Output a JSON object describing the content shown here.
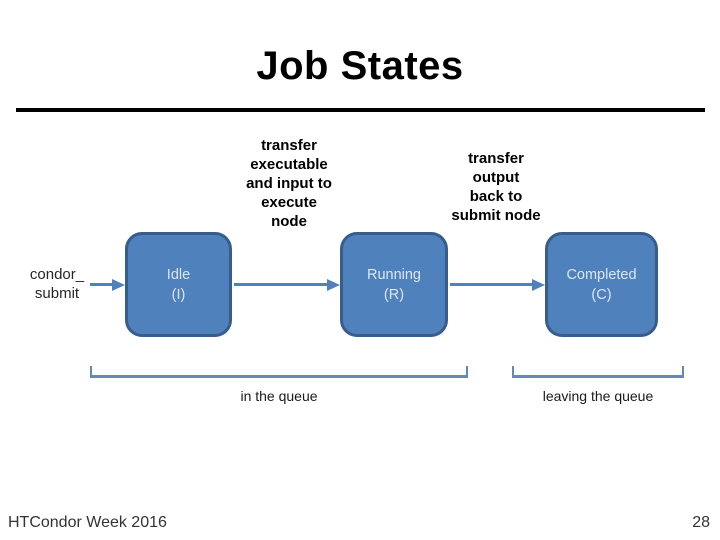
{
  "slide": {
    "title": "Job States",
    "footer": "HTCondor Week 2016",
    "page_number": "28"
  },
  "annotations": {
    "transfer_in": "transfer\nexecutable\nand input to\nexecute\nnode",
    "transfer_out": "transfer\noutput\nback to\nsubmit node",
    "condor_submit": "condor_\nsubmit",
    "in_queue": "in the queue",
    "leaving_queue": "leaving the queue"
  },
  "states": [
    {
      "label": "Idle\n(I)"
    },
    {
      "label": "Running\n(R)"
    },
    {
      "label": "Completed\n(C)"
    }
  ],
  "colors": {
    "box_fill": "#4f81bd",
    "box_border": "#385d8a",
    "box_text": "#dce6f2",
    "arrow": "#4f81bd",
    "bracket": "#6488b8",
    "title_text": "#000000",
    "divider": "#000000"
  }
}
